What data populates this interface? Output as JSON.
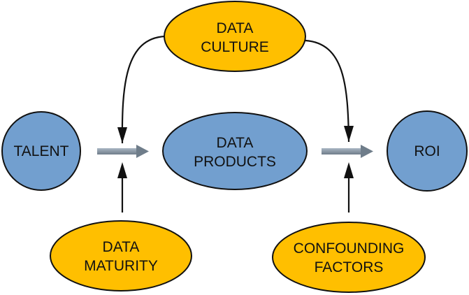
{
  "colors": {
    "blue_fill": "#729fcf",
    "orange_fill": "#ffbf00",
    "outline": "#111111",
    "flow_arrow": "#7f8c99"
  },
  "nodes": {
    "talent": {
      "label": "TALENT"
    },
    "data_products": {
      "line1": "DATA",
      "line2": "PRODUCTS"
    },
    "roi": {
      "label": "ROI"
    },
    "data_culture": {
      "line1": "DATA",
      "line2": "CULTURE"
    },
    "data_maturity": {
      "line1": "DATA",
      "line2": "MATURITY"
    },
    "confounding_factors": {
      "line1": "CONFOUNDING",
      "line2": "FACTORS"
    }
  }
}
